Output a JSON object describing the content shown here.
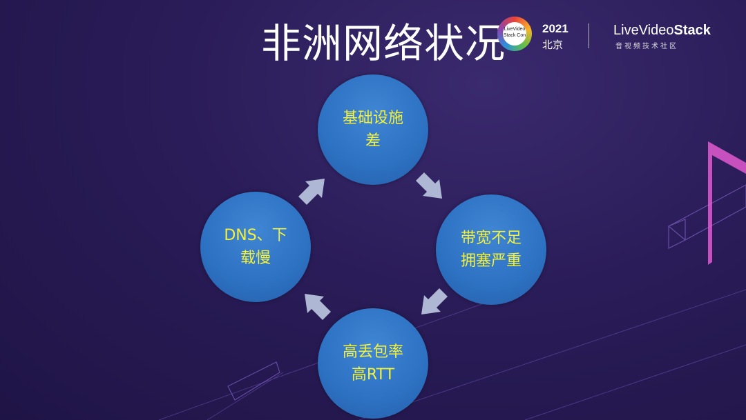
{
  "slide": {
    "title": "非洲网络状况"
  },
  "header": {
    "event_logo_text": "LiveVideo Stack Con",
    "event_year": "2021",
    "event_city": "北京",
    "brand_name_light": "LiveVideo",
    "brand_name_bold": "Stack",
    "brand_tagline": "音视频技术社区"
  },
  "cycle": {
    "nodes": [
      {
        "line1": "基础设施",
        "line2": "差"
      },
      {
        "line1": "带宽不足",
        "line2": "拥塞严重"
      },
      {
        "line1": "高丢包率",
        "line2": "高RTT"
      },
      {
        "line1": "DNS、下",
        "line2": "载慢"
      }
    ]
  },
  "colors": {
    "circle_fill": "#2d71c2",
    "node_text": "#f4f13a",
    "arrow": "#aeb8d4",
    "background": "#2a1c58"
  }
}
